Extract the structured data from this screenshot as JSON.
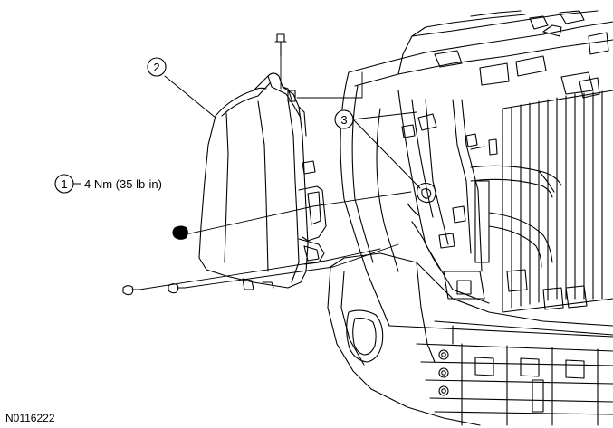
{
  "figure_id": "N0116222",
  "callouts": [
    {
      "number": "1",
      "label": "4 Nm (35 lb-in)"
    },
    {
      "number": "2",
      "label": ""
    },
    {
      "number": "3",
      "label": ""
    }
  ],
  "colors": {
    "line": "#000000",
    "background": "#ffffff"
  }
}
